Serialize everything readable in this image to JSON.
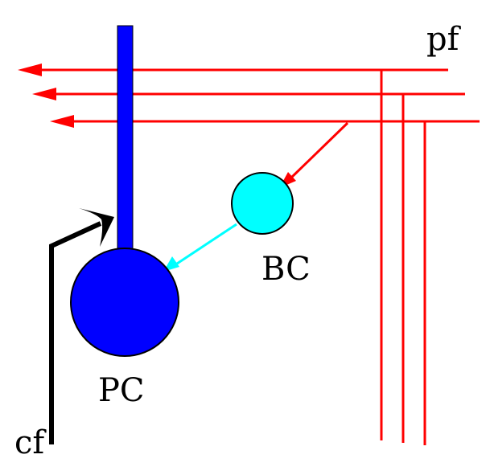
{
  "labels": {
    "pf": "pf",
    "bc": "BC",
    "pc": "PC",
    "cf": "cf"
  },
  "colors": {
    "background": "#ffffff",
    "parallel_fibers": "#ff0000",
    "purkinje_cell": "#0000ff",
    "basket_cell": "#00ffff",
    "basket_axon": "#00ffff",
    "climbing_fiber": "#000000",
    "outline": "#000000"
  }
}
